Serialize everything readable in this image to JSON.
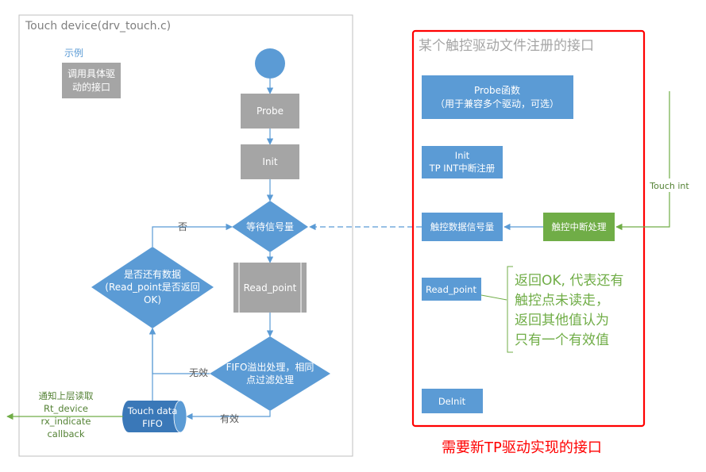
{
  "colors": {
    "blue": "#5B9BD5",
    "dark_blue": "#3A78B8",
    "gray": "#A5A5A5",
    "green": "#70AD47",
    "red": "#FF0000",
    "label_green": "#548235",
    "frame": "#BFBFBF",
    "text_gray": "#7F7F7F"
  },
  "frames": {
    "touch_device_title": "Touch device(drv_touch.c)",
    "driver_interface_title": "某个触控驱动文件注册的接口"
  },
  "legend": {
    "example_label": "示例",
    "box_line1": "调用具体驱",
    "box_line2": "动的接口"
  },
  "flow": {
    "probe": "Probe",
    "init": "Init",
    "wait_semaphore": "等待信号量",
    "read_point": "Read_point",
    "more_data_line1": "是否还有数据",
    "more_data_line2": "(Read_point是否返回",
    "more_data_line3": "OK)",
    "fifo_line1": "FIFO溢出处理，相同",
    "fifo_line2": "点过滤处理",
    "touch_data_line1": "Touch data",
    "touch_data_line2": "FIFO",
    "label_no": "否",
    "label_invalid": "无效",
    "label_valid": "有效",
    "notify_line1": "通知上层读取",
    "notify_line2": "Rt_device",
    "notify_line3": "rx_indicate",
    "notify_line4": "callback"
  },
  "driver": {
    "probe_line1": "Probe函数",
    "probe_line2": "（用于兼容多个驱动，可选）",
    "init_line1": "Init",
    "init_line2": "TP INT中断注册",
    "touch_semaphore": "触控数据信号量",
    "read_point": "Read_point",
    "deinit": "DeInit",
    "interrupt_handler": "触控中断处理",
    "touch_int_label": "Touch int",
    "note_line1": "返回OK, 代表还有",
    "note_line2": "触控点未读走，",
    "note_line3": "返回其他值认为",
    "note_line4": "只有一个有效值",
    "footer": "需要新TP驱动实现的接口"
  }
}
